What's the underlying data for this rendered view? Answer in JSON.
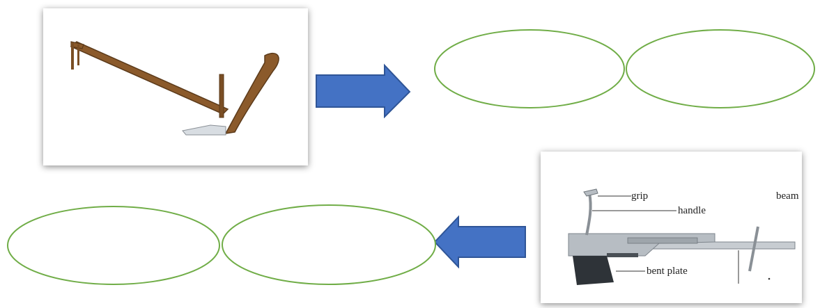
{
  "colors": {
    "arrow_fill": "#4472C4",
    "arrow_stroke": "#2F5597",
    "ellipse_stroke": "#70AD47",
    "wood": "#8B5A2B",
    "wood_dark": "#5B3A1A",
    "metal": "#C7CCD1",
    "metal_dark": "#2E3338"
  },
  "diagram_labels": {
    "grip": "grip",
    "handle": "handle",
    "beam": "beam",
    "bent_plate": "bent plate"
  },
  "ellipses": {
    "top_left": "",
    "top_right": "",
    "bottom_left": "",
    "bottom_right": ""
  },
  "icons": {
    "top_arrow": "arrow-right-icon",
    "bottom_arrow": "arrow-left-icon"
  }
}
